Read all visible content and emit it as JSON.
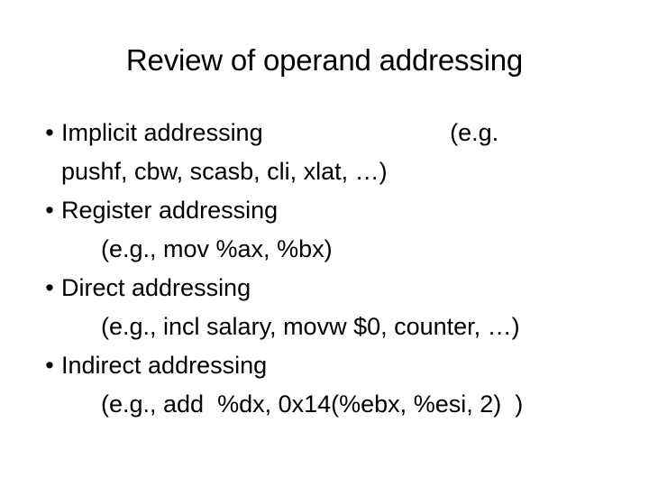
{
  "slide": {
    "title": "Review of operand addressing",
    "background_color": "#ffffff",
    "text_color": "#000000",
    "bullet_glyph": "•",
    "items": [
      {
        "name": "implicit-addressing",
        "heading": "Implicit addressing",
        "trailing": "(e.g.",
        "continuation": "pushf, cbw, scasb, cli, xlat, …)",
        "continuation_indent": "shallow"
      },
      {
        "name": "register-addressing",
        "heading": "Register addressing",
        "trailing": "",
        "continuation": "(e.g., mov %ax, %bx)",
        "continuation_indent": "deep"
      },
      {
        "name": "direct-addressing",
        "heading": "Direct addressing",
        "trailing": "",
        "continuation": "(e.g., incl salary, movw $0, counter, …)",
        "continuation_indent": "deep"
      },
      {
        "name": "indirect-addressing",
        "heading": "Indirect addressing",
        "trailing": "",
        "continuation": "(e.g., add  %dx, 0x14(%ebx, %esi, 2)  )",
        "continuation_indent": "deep"
      }
    ]
  }
}
